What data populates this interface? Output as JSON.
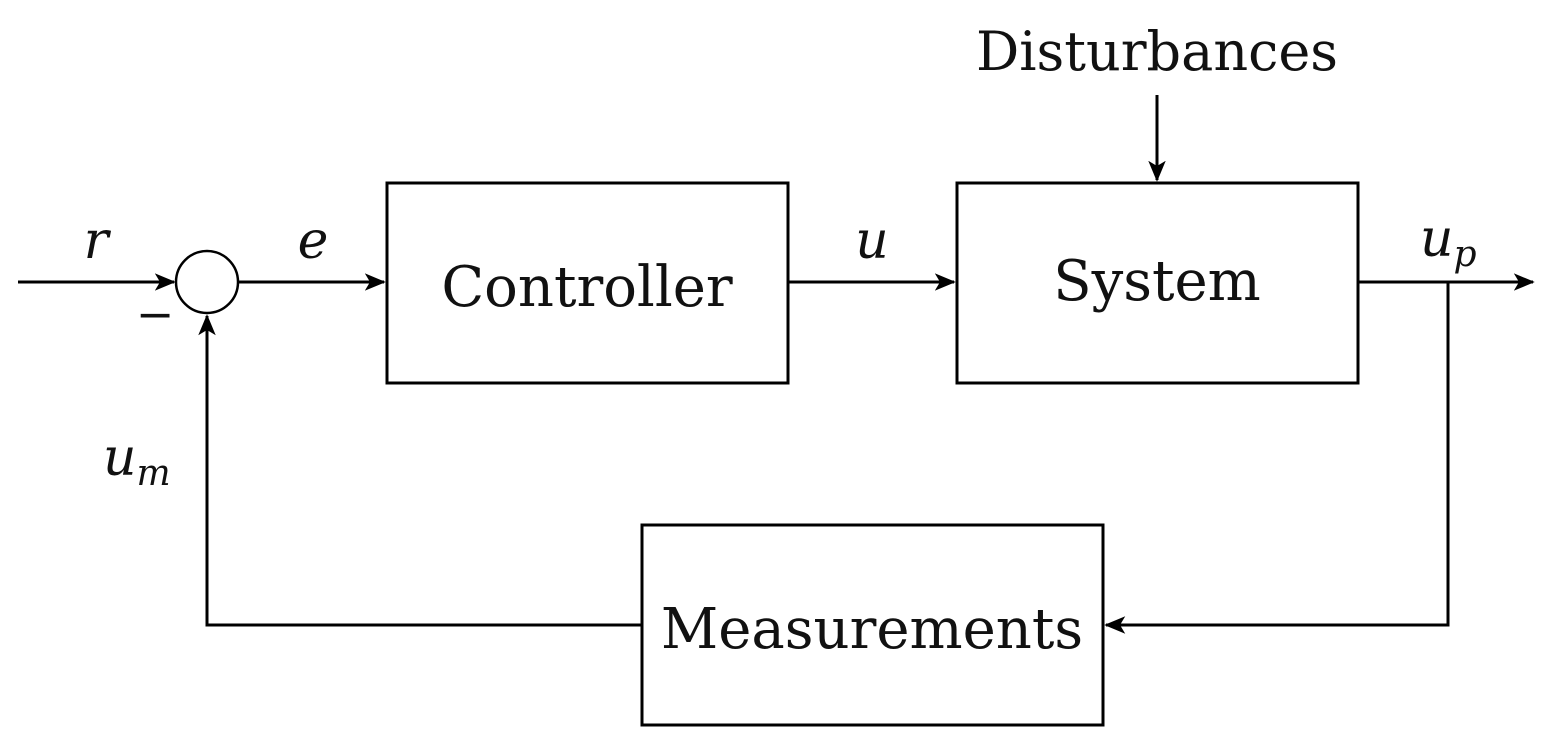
{
  "diagram": {
    "blocks": {
      "controller": "Controller",
      "system": "System",
      "measurements": "Measurements"
    },
    "external_inputs": {
      "disturbances": "Disturbances"
    },
    "signals": {
      "reference": "r",
      "error": "e",
      "control": "u",
      "output_base": "u",
      "output_sub": "p",
      "measured_base": "u",
      "measured_sub": "m"
    },
    "summing_junction": {
      "negative_sign": "−"
    },
    "colors": {
      "stroke": "#000000",
      "background": "#ffffff"
    }
  }
}
